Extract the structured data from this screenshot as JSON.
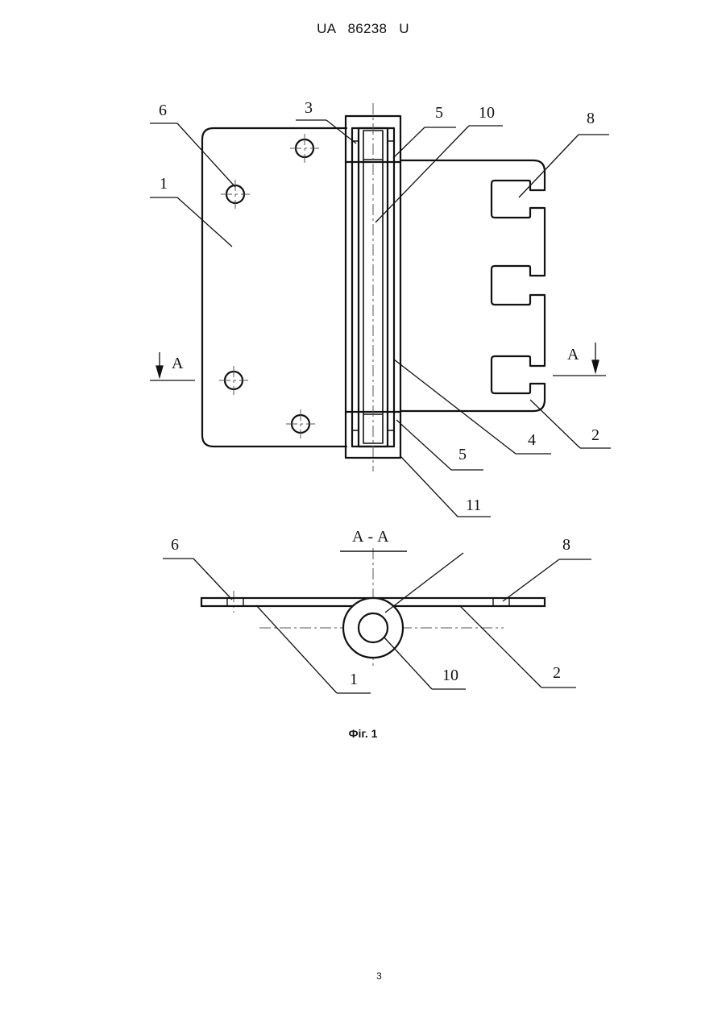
{
  "header": {
    "doc_number": "UA   86238   U"
  },
  "figure": {
    "caption": "Фіг. 1",
    "section_label": "А - А",
    "section_marker": "А",
    "labels": {
      "plate_1": "1",
      "plate_2": "2",
      "insert_3": "3",
      "bushing_4": "4",
      "ring_5": "5",
      "hole_6": "6",
      "slot_8": "8",
      "pin_10": "10",
      "cap_11": "11"
    }
  },
  "footer": {
    "page_number": "3"
  }
}
